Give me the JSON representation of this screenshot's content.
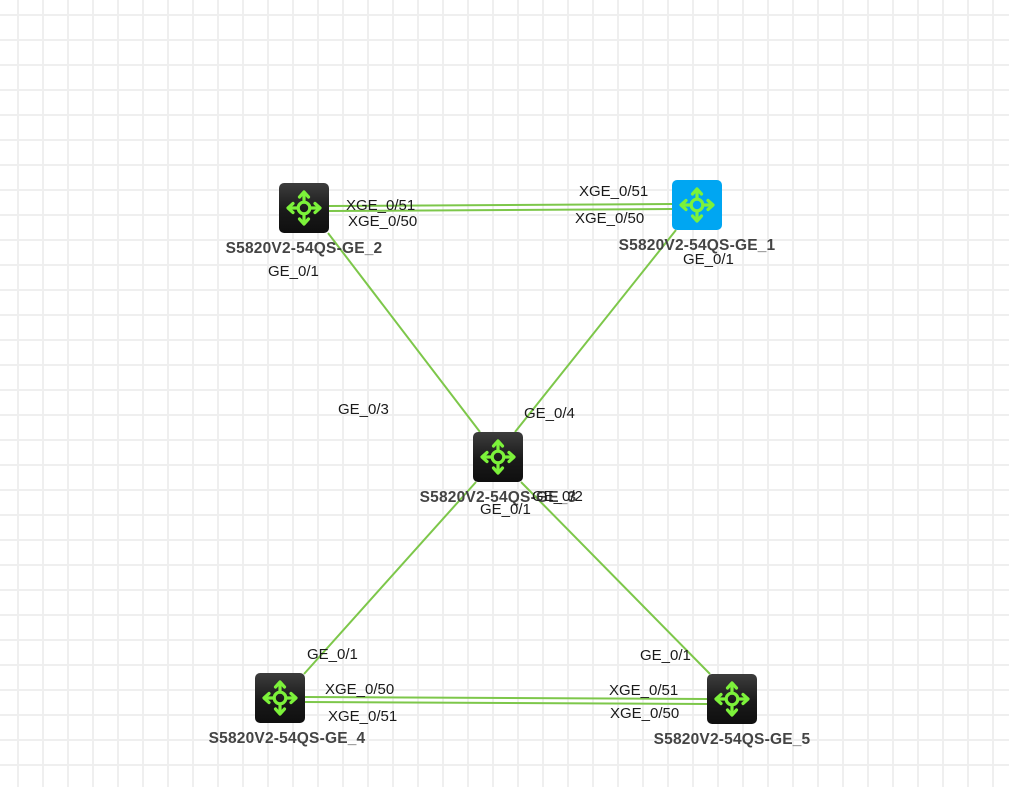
{
  "diagram": {
    "link_color": "#7dc74a",
    "selected_color": "#00a6f2",
    "icon_color": "#7cf23a",
    "nodes": [
      {
        "id": "n2",
        "label": "S5820V2-54QS-GE_2",
        "icon": "l3-switch-icon",
        "selected": false
      },
      {
        "id": "n1",
        "label": "S5820V2-54QS-GE_1",
        "icon": "l3-switch-icon",
        "selected": true
      },
      {
        "id": "n3",
        "label": "S5820V2-54QS-GE_3",
        "icon": "l3-switch-icon",
        "selected": false
      },
      {
        "id": "n4",
        "label": "S5820V2-54QS-GE_4",
        "icon": "l3-switch-icon",
        "selected": false
      },
      {
        "id": "n5",
        "label": "S5820V2-54QS-GE_5",
        "icon": "l3-switch-icon",
        "selected": false
      }
    ],
    "links": [
      {
        "from": "n2",
        "to": "n1",
        "from_port": "XGE_0/51",
        "to_port": "XGE_0/51"
      },
      {
        "from": "n2",
        "to": "n1",
        "from_port": "XGE_0/50",
        "to_port": "XGE_0/50"
      },
      {
        "from": "n2",
        "to": "n3",
        "from_port": "GE_0/1",
        "to_port": "GE_0/3"
      },
      {
        "from": "n1",
        "to": "n3",
        "from_port": "GE_0/1",
        "to_port": "GE_0/4"
      },
      {
        "from": "n3",
        "to": "n4",
        "from_port": "GE_0/1",
        "to_port": "GE_0/1"
      },
      {
        "from": "n3",
        "to": "n5",
        "from_port": "GE_0/2",
        "to_port": "GE_0/1"
      },
      {
        "from": "n4",
        "to": "n5",
        "from_port": "XGE_0/50",
        "to_port": "XGE_0/51"
      },
      {
        "from": "n4",
        "to": "n5",
        "from_port": "XGE_0/51",
        "to_port": "XGE_0/50"
      }
    ],
    "port_labels": [
      {
        "text": "XGE_0/51"
      },
      {
        "text": "XGE_0/50"
      },
      {
        "text": "XGE_0/51"
      },
      {
        "text": "XGE_0/50"
      },
      {
        "text": "GE_0/1"
      },
      {
        "text": "GE_0/1"
      },
      {
        "text": "GE_0/3"
      },
      {
        "text": "GE_0/4"
      },
      {
        "text": "GE_0/2"
      },
      {
        "text": "GE_0/1"
      },
      {
        "text": "GE_0/1"
      },
      {
        "text": "GE_0/1"
      },
      {
        "text": "XGE_0/50"
      },
      {
        "text": "XGE_0/51"
      },
      {
        "text": "XGE_0/51"
      },
      {
        "text": "XGE_0/50"
      }
    ]
  }
}
